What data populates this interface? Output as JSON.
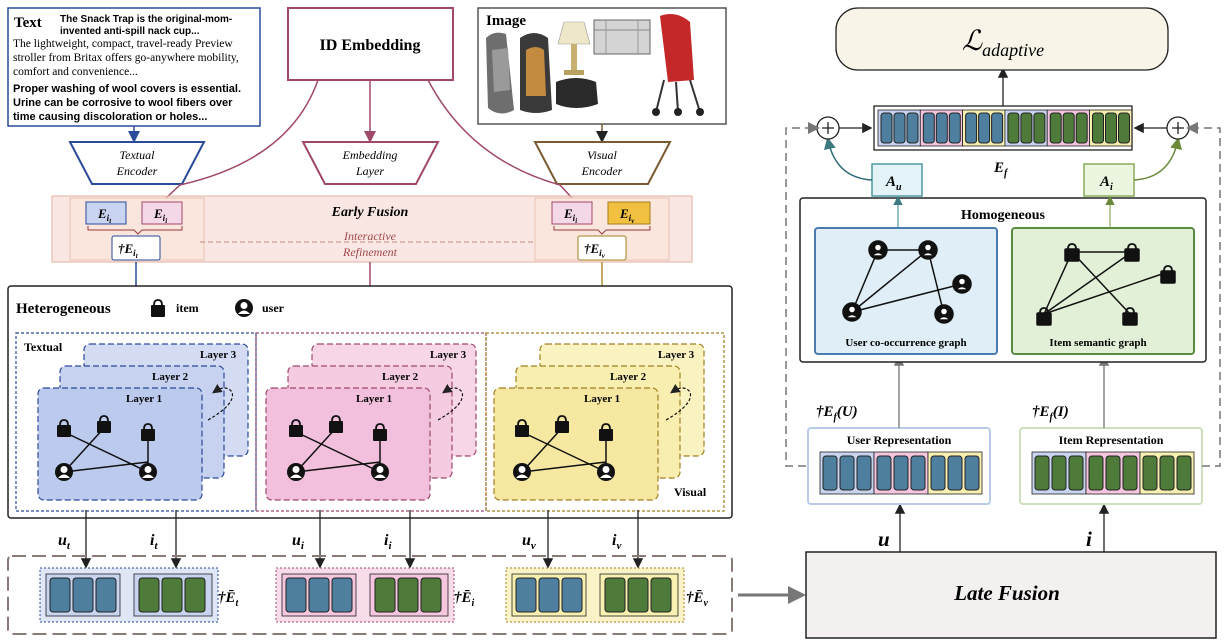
{
  "text_panel": {
    "title": "Text",
    "line1": "The Snack Trap is the original-mom-",
    "line2": "invented  anti-spill nack cup...",
    "line3": "The lightweight, compact, travel-ready Preview",
    "line4": "stroller from Britax offers go-anywhere mobility,",
    "line5": "comfort and convenience...",
    "line6": "Proper washing of wool covers is essential.",
    "line7": "Urine can be corrosive to wool fibers over",
    "line8": "time causing discoloration or holes..."
  },
  "id_embedding": "ID Embedding",
  "image_panel": {
    "title": "Image"
  },
  "encoders": {
    "textual_1": "Textual",
    "textual_2": "Encoder",
    "embedding_1": "Embedding",
    "embedding_2": "Layer",
    "visual_1": "Visual",
    "visual_2": "Encoder"
  },
  "early_fusion": {
    "title": "Early Fusion",
    "interactive_1": "Interactive",
    "interactive_2": "Refinement",
    "e_it": "E",
    "e_it_sub": "i",
    "e_it_subsub": "t",
    "e_ii": "E",
    "e_ii_sub": "i",
    "e_ii_subsub": "i",
    "e_iv": "E",
    "e_iv_sub": "i",
    "e_iv_subsub": "v",
    "dagger_et": "†E",
    "dagger_ev": "†E"
  },
  "heterogeneous": {
    "title": "Heterogeneous",
    "legend_item": "item",
    "legend_user": "user",
    "textual_label": "Textual",
    "visual_label": "Visual",
    "layer1": "Layer 1",
    "layer2": "Layer 2",
    "layer3": "Layer 3"
  },
  "outputs": {
    "u_t": "u",
    "u_t_sub": "t",
    "i_t": "i",
    "i_t_sub": "t",
    "u_i": "u",
    "u_i_sub": "i",
    "i_i": "i",
    "i_i_sub": "i",
    "u_v": "u",
    "u_v_sub": "v",
    "i_v": "i",
    "i_v_sub": "v",
    "ebar_t": "†Ē",
    "ebar_t_sub": "t",
    "ebar_i": "†Ē",
    "ebar_i_sub": "i",
    "ebar_v": "†Ē",
    "ebar_v_sub": "v"
  },
  "late_fusion": "Late Fusion",
  "right": {
    "loss": "ℒ",
    "loss_sub": "adaptive",
    "ef": "E",
    "ef_sub": "f",
    "au": "A",
    "au_sub": "u",
    "ai": "A",
    "ai_sub": "i",
    "homogeneous": "Homogeneous",
    "user_graph": "User co-occurrence graph",
    "item_graph": "Item semantic graph",
    "ef_u": "†E",
    "ef_u_rest": "(U)",
    "ef_i": "†E",
    "ef_i_rest": "(I)",
    "user_repr": "User Representation",
    "item_repr": "Item Representation",
    "u": "u",
    "i": "i"
  },
  "colors": {
    "blue_cell": "#4f7f9f",
    "green_cell": "#4e7a3a",
    "blue_bg": "#c9d5f0",
    "pink_bg": "#f5c6de",
    "yellow_bg": "#f8f0b0",
    "red_border": "#a0486a",
    "blue_border": "#2a4a9a",
    "olive_border": "#a08020"
  }
}
